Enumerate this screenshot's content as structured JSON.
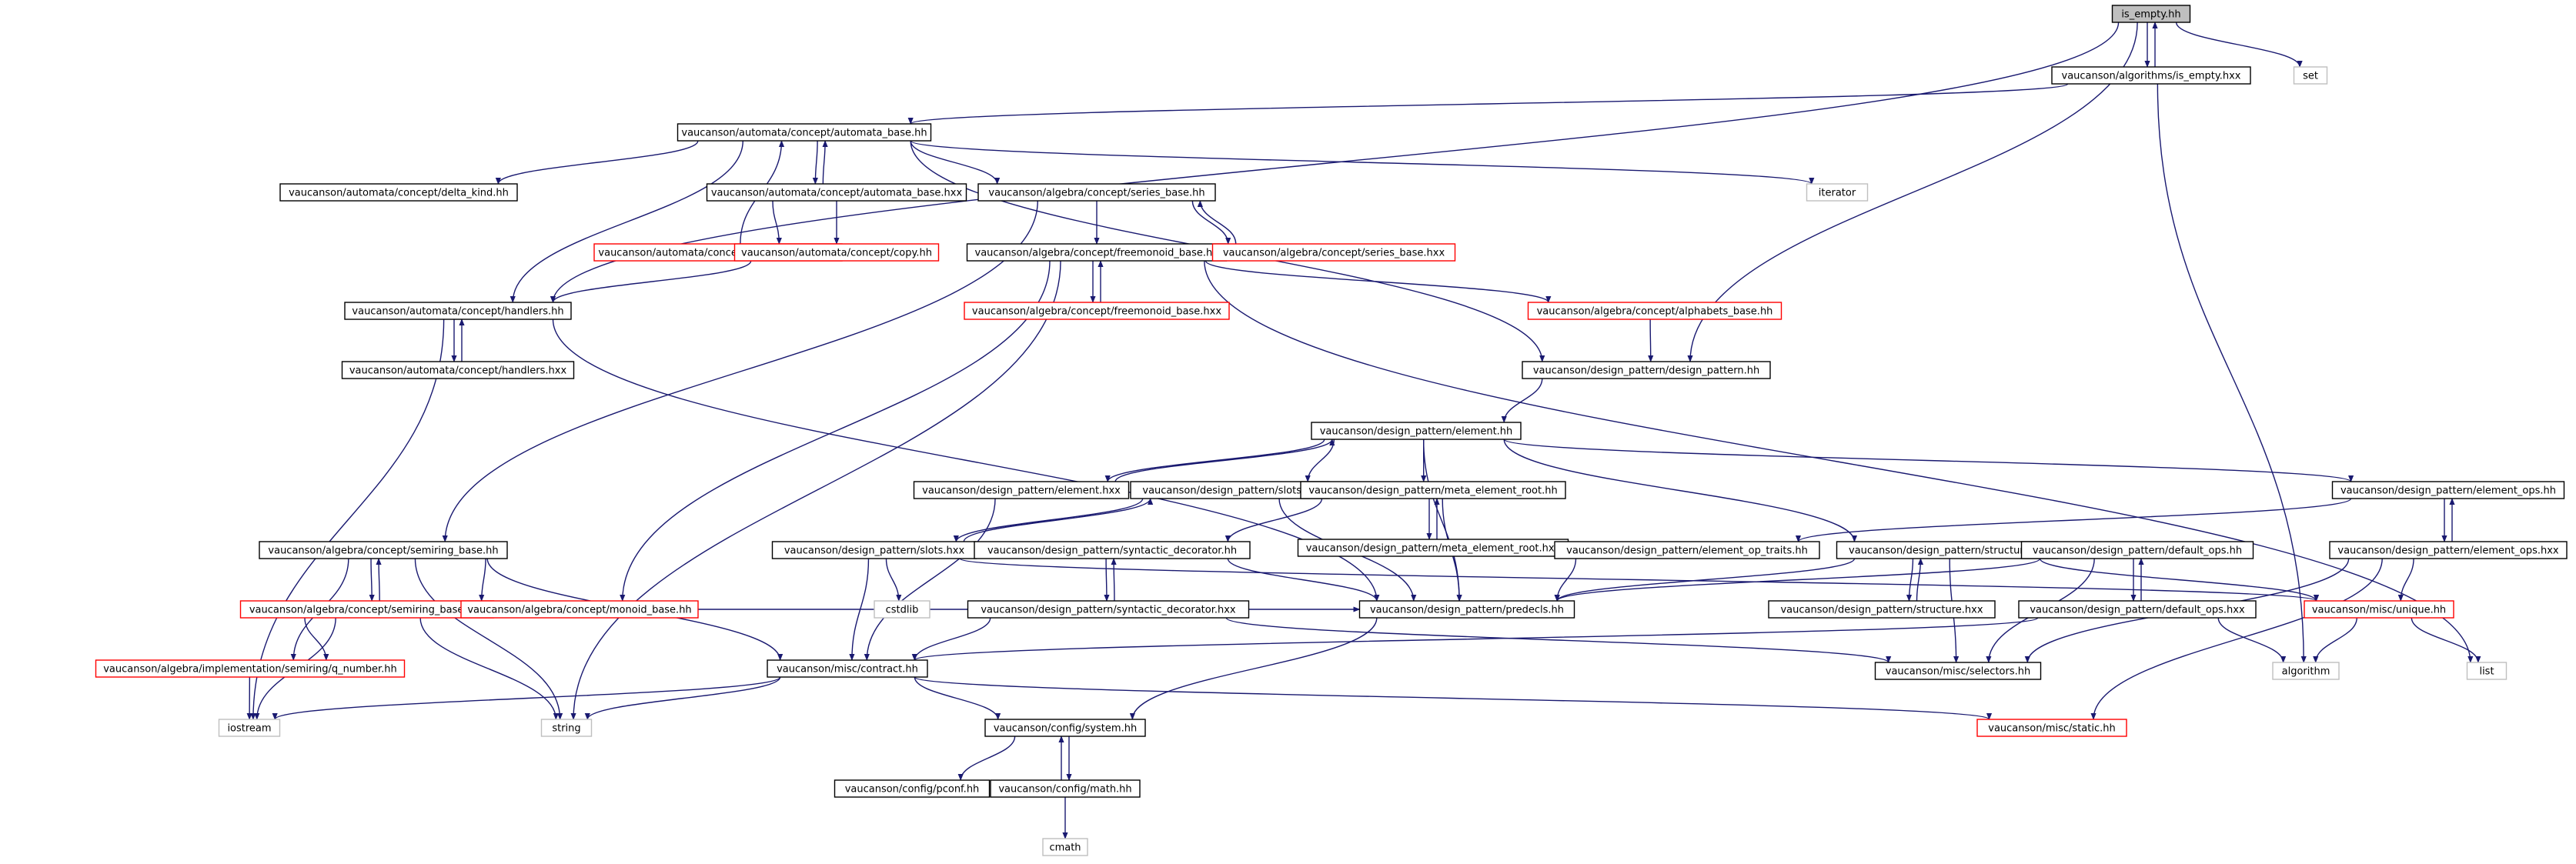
{
  "diagram": {
    "kind": "include-dependency-graph",
    "colors": {
      "edge": "#191970",
      "node_border": "#000000",
      "undocumented_border": "#ff0000",
      "external_border": "#bfbfbf",
      "root_fill": "#bfbfbf",
      "background": "#ffffff"
    },
    "nodes": [
      {
        "id": "is_empty_hh",
        "label": "is_empty.hh",
        "style": "root"
      },
      {
        "id": "is_empty_hxx",
        "label": "vaucanson/algorithms/is_empty.hxx",
        "style": "normal"
      },
      {
        "id": "set",
        "label": "set",
        "style": "external"
      },
      {
        "id": "automata_base_hh",
        "label": "vaucanson/automata/concept/automata_base.hh",
        "style": "normal"
      },
      {
        "id": "delta_kind",
        "label": "vaucanson/automata/concept/delta_kind.hh",
        "style": "normal"
      },
      {
        "id": "automata_base_hxx",
        "label": "vaucanson/automata/concept/automata_base.hxx",
        "style": "normal"
      },
      {
        "id": "series_base_hh",
        "label": "vaucanson/algebra/concept/series_base.hh",
        "style": "normal"
      },
      {
        "id": "iterator",
        "label": "iterator",
        "style": "external"
      },
      {
        "id": "automata_ops",
        "label": "vaucanson/automata/concept/automata_ops.hh",
        "style": "undocumented"
      },
      {
        "id": "copy_hh",
        "label": "vaucanson/automata/concept/copy.hh",
        "style": "undocumented"
      },
      {
        "id": "freemonoid_base_hh",
        "label": "vaucanson/algebra/concept/freemonoid_base.hh",
        "style": "normal"
      },
      {
        "id": "series_base_hxx",
        "label": "vaucanson/algebra/concept/series_base.hxx",
        "style": "undocumented"
      },
      {
        "id": "handlers_hh",
        "label": "vaucanson/automata/concept/handlers.hh",
        "style": "normal"
      },
      {
        "id": "freemonoid_base_hxx",
        "label": "vaucanson/algebra/concept/freemonoid_base.hxx",
        "style": "undocumented"
      },
      {
        "id": "alphabets_base",
        "label": "vaucanson/algebra/concept/alphabets_base.hh",
        "style": "undocumented"
      },
      {
        "id": "handlers_hxx",
        "label": "vaucanson/automata/concept/handlers.hxx",
        "style": "normal"
      },
      {
        "id": "design_pattern_hh",
        "label": "vaucanson/design_pattern/design_pattern.hh",
        "style": "normal"
      },
      {
        "id": "element_hh",
        "label": "vaucanson/design_pattern/element.hh",
        "style": "normal"
      },
      {
        "id": "element_hxx",
        "label": "vaucanson/design_pattern/element.hxx",
        "style": "normal"
      },
      {
        "id": "slots_hh",
        "label": "vaucanson/design_pattern/slots.hh",
        "style": "normal"
      },
      {
        "id": "meta_element_root_hh",
        "label": "vaucanson/design_pattern/meta_element_root.hh",
        "style": "normal"
      },
      {
        "id": "element_ops_hh",
        "label": "vaucanson/design_pattern/element_ops.hh",
        "style": "normal"
      },
      {
        "id": "meta_element_root_hxx",
        "label": "vaucanson/design_pattern/meta_element_root.hxx",
        "style": "normal"
      },
      {
        "id": "semiring_base_hh",
        "label": "vaucanson/algebra/concept/semiring_base.hh",
        "style": "normal"
      },
      {
        "id": "slots_hxx",
        "label": "vaucanson/design_pattern/slots.hxx",
        "style": "normal"
      },
      {
        "id": "syntactic_decorator_hh",
        "label": "vaucanson/design_pattern/syntactic_decorator.hh",
        "style": "normal"
      },
      {
        "id": "element_op_traits",
        "label": "vaucanson/design_pattern/element_op_traits.hh",
        "style": "normal"
      },
      {
        "id": "structure_hh",
        "label": "vaucanson/design_pattern/structure.hh",
        "style": "normal"
      },
      {
        "id": "default_ops_hh",
        "label": "vaucanson/design_pattern/default_ops.hh",
        "style": "normal"
      },
      {
        "id": "element_ops_hxx",
        "label": "vaucanson/design_pattern/element_ops.hxx",
        "style": "normal"
      },
      {
        "id": "semiring_base_hxx",
        "label": "vaucanson/algebra/concept/semiring_base.hxx",
        "style": "undocumented"
      },
      {
        "id": "cstdlib",
        "label": "cstdlib",
        "style": "external"
      },
      {
        "id": "monoid_base",
        "label": "vaucanson/algebra/concept/monoid_base.hh",
        "style": "undocumented"
      },
      {
        "id": "predecls",
        "label": "vaucanson/design_pattern/predecls.hh",
        "style": "normal"
      },
      {
        "id": "syntactic_decorator_hxx",
        "label": "vaucanson/design_pattern/syntactic_decorator.hxx",
        "style": "normal"
      },
      {
        "id": "structure_hxx",
        "label": "vaucanson/design_pattern/structure.hxx",
        "style": "normal"
      },
      {
        "id": "default_ops_hxx",
        "label": "vaucanson/design_pattern/default_ops.hxx",
        "style": "normal"
      },
      {
        "id": "unique_hh",
        "label": "vaucanson/misc/unique.hh",
        "style": "undocumented"
      },
      {
        "id": "q_number",
        "label": "vaucanson/algebra/implementation/semiring/q_number.hh",
        "style": "undocumented"
      },
      {
        "id": "contract_hh",
        "label": "vaucanson/misc/contract.hh",
        "style": "normal"
      },
      {
        "id": "selectors_hh",
        "label": "vaucanson/misc/selectors.hh",
        "style": "normal"
      },
      {
        "id": "algorithm",
        "label": "algorithm",
        "style": "external"
      },
      {
        "id": "list",
        "label": "list",
        "style": "external"
      },
      {
        "id": "iostream",
        "label": "iostream",
        "style": "external"
      },
      {
        "id": "string",
        "label": "string",
        "style": "external"
      },
      {
        "id": "static_hh",
        "label": "vaucanson/misc/static.hh",
        "style": "undocumented"
      },
      {
        "id": "system_hh",
        "label": "vaucanson/config/system.hh",
        "style": "normal"
      },
      {
        "id": "pconf_hh",
        "label": "vaucanson/config/pconf.hh",
        "style": "normal"
      },
      {
        "id": "math_hh",
        "label": "vaucanson/config/math.hh",
        "style": "normal"
      },
      {
        "id": "cmath",
        "label": "cmath",
        "style": "external"
      }
    ],
    "edges": [
      [
        "is_empty_hh",
        "is_empty_hxx"
      ],
      [
        "is_empty_hh",
        "set"
      ],
      [
        "is_empty_hh",
        "handlers_hh"
      ],
      [
        "is_empty_hh",
        "design_pattern_hh"
      ],
      [
        "is_empty_hxx",
        "is_empty_hh"
      ],
      [
        "is_empty_hxx",
        "automata_base_hh"
      ],
      [
        "is_empty_hxx",
        "algorithm"
      ],
      [
        "automata_base_hh",
        "delta_kind"
      ],
      [
        "automata_base_hh",
        "automata_base_hxx"
      ],
      [
        "automata_base_hh",
        "series_base_hh"
      ],
      [
        "automata_base_hh",
        "iterator"
      ],
      [
        "automata_base_hh",
        "handlers_hh"
      ],
      [
        "automata_base_hh",
        "design_pattern_hh"
      ],
      [
        "automata_base_hxx",
        "automata_base_hh"
      ],
      [
        "automata_base_hxx",
        "automata_ops"
      ],
      [
        "automata_base_hxx",
        "copy_hh"
      ],
      [
        "automata_ops",
        "automata_base_hh"
      ],
      [
        "copy_hh",
        "handlers_hh"
      ],
      [
        "series_base_hh",
        "freemonoid_base_hh"
      ],
      [
        "series_base_hh",
        "series_base_hxx"
      ],
      [
        "series_base_hh",
        "semiring_base_hh"
      ],
      [
        "series_base_hxx",
        "series_base_hh"
      ],
      [
        "freemonoid_base_hh",
        "freemonoid_base_hxx"
      ],
      [
        "freemonoid_base_hh",
        "alphabets_base"
      ],
      [
        "freemonoid_base_hh",
        "monoid_base"
      ],
      [
        "freemonoid_base_hh",
        "string"
      ],
      [
        "freemonoid_base_hh",
        "list"
      ],
      [
        "freemonoid_base_hxx",
        "freemonoid_base_hh"
      ],
      [
        "alphabets_base",
        "design_pattern_hh"
      ],
      [
        "handlers_hh",
        "handlers_hxx"
      ],
      [
        "handlers_hh",
        "iostream"
      ],
      [
        "handlers_hh",
        "predecls"
      ],
      [
        "handlers_hxx",
        "handlers_hh"
      ],
      [
        "design_pattern_hh",
        "element_hh"
      ],
      [
        "element_hh",
        "element_hxx"
      ],
      [
        "element_hh",
        "slots_hh"
      ],
      [
        "element_hh",
        "meta_element_root_hh"
      ],
      [
        "element_hh",
        "element_ops_hh"
      ],
      [
        "element_hh",
        "structure_hh"
      ],
      [
        "element_hh",
        "predecls"
      ],
      [
        "element_hxx",
        "element_hh"
      ],
      [
        "element_hxx",
        "contract_hh"
      ],
      [
        "slots_hh",
        "slots_hxx"
      ],
      [
        "slots_hh",
        "predecls"
      ],
      [
        "slots_hxx",
        "slots_hh"
      ],
      [
        "slots_hxx",
        "cstdlib"
      ],
      [
        "slots_hxx",
        "contract_hh"
      ],
      [
        "slots_hxx",
        "unique_hh"
      ],
      [
        "meta_element_root_hh",
        "meta_element_root_hxx"
      ],
      [
        "meta_element_root_hh",
        "syntactic_decorator_hh"
      ],
      [
        "meta_element_root_hh",
        "predecls"
      ],
      [
        "meta_element_root_hxx",
        "meta_element_root_hh"
      ],
      [
        "syntactic_decorator_hh",
        "syntactic_decorator_hxx"
      ],
      [
        "syntactic_decorator_hh",
        "predecls"
      ],
      [
        "syntactic_decorator_hxx",
        "syntactic_decorator_hh"
      ],
      [
        "syntactic_decorator_hxx",
        "contract_hh"
      ],
      [
        "syntactic_decorator_hxx",
        "selectors_hh"
      ],
      [
        "element_ops_hh",
        "element_ops_hxx"
      ],
      [
        "element_ops_hh",
        "element_op_traits"
      ],
      [
        "element_ops_hxx",
        "element_ops_hh"
      ],
      [
        "element_ops_hxx",
        "unique_hh"
      ],
      [
        "element_ops_hxx",
        "selectors_hh"
      ],
      [
        "element_ops_hxx",
        "static_hh"
      ],
      [
        "element_op_traits",
        "predecls"
      ],
      [
        "structure_hh",
        "structure_hxx"
      ],
      [
        "structure_hh",
        "predecls"
      ],
      [
        "structure_hh",
        "selectors_hh"
      ],
      [
        "structure_hh",
        "unique_hh"
      ],
      [
        "structure_hxx",
        "structure_hh"
      ],
      [
        "default_ops_hh",
        "default_ops_hxx"
      ],
      [
        "default_ops_hh",
        "predecls"
      ],
      [
        "default_ops_hh",
        "selectors_hh"
      ],
      [
        "default_ops_hxx",
        "default_ops_hh"
      ],
      [
        "default_ops_hxx",
        "contract_hh"
      ],
      [
        "default_ops_hxx",
        "algorithm"
      ],
      [
        "unique_hh",
        "algorithm"
      ],
      [
        "unique_hh",
        "list"
      ],
      [
        "semiring_base_hh",
        "semiring_base_hxx"
      ],
      [
        "semiring_base_hh",
        "monoid_base"
      ],
      [
        "semiring_base_hh",
        "q_number"
      ],
      [
        "semiring_base_hh",
        "contract_hh"
      ],
      [
        "semiring_base_hh",
        "string"
      ],
      [
        "semiring_base_hxx",
        "semiring_base_hh"
      ],
      [
        "semiring_base_hxx",
        "q_number"
      ],
      [
        "semiring_base_hxx",
        "iostream"
      ],
      [
        "semiring_base_hxx",
        "string"
      ],
      [
        "q_number",
        "iostream"
      ],
      [
        "monoid_base",
        "predecls"
      ],
      [
        "predecls",
        "system_hh"
      ],
      [
        "contract_hh",
        "system_hh"
      ],
      [
        "contract_hh",
        "iostream"
      ],
      [
        "contract_hh",
        "string"
      ],
      [
        "contract_hh",
        "static_hh"
      ],
      [
        "system_hh",
        "pconf_hh"
      ],
      [
        "system_hh",
        "math_hh"
      ],
      [
        "math_hh",
        "system_hh"
      ],
      [
        "math_hh",
        "cmath"
      ]
    ]
  }
}
